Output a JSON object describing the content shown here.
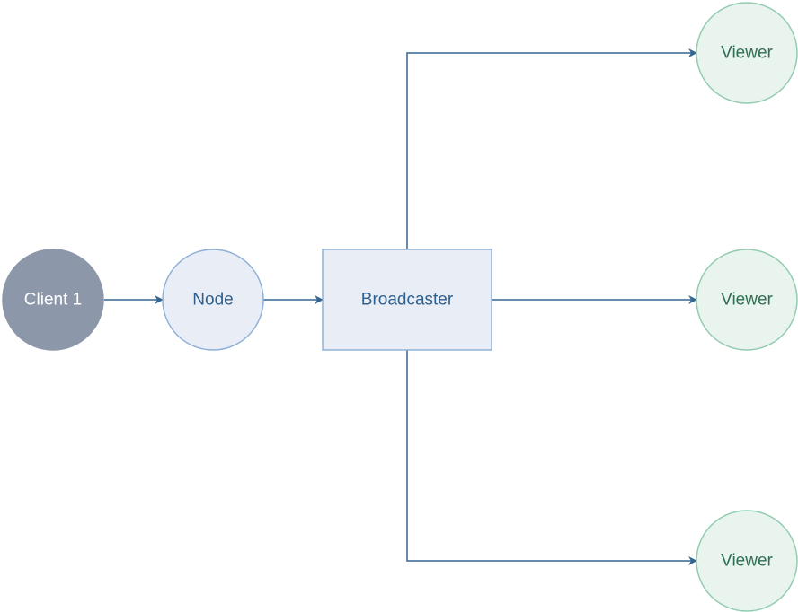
{
  "diagram": {
    "nodes": {
      "client": {
        "label": "Client 1",
        "fill": "#8d97aa",
        "stroke": "#8d97aa",
        "text_color": "#ffffff"
      },
      "node": {
        "label": "Node",
        "fill": "#e9eef6",
        "stroke": "#8fb0d6",
        "text_color": "#2f5f8c"
      },
      "broadcaster": {
        "label": "Broadcaster",
        "fill": "#e9eef6",
        "stroke": "#8fb0d6",
        "text_color": "#2f5f8c"
      },
      "viewer_top": {
        "label": "Viewer",
        "fill": "#e8f4ed",
        "stroke": "#92ccb0",
        "text_color": "#2f6e52"
      },
      "viewer_middle": {
        "label": "Viewer",
        "fill": "#e8f4ed",
        "stroke": "#92ccb0",
        "text_color": "#2f6e52"
      },
      "viewer_bottom": {
        "label": "Viewer",
        "fill": "#e8f4ed",
        "stroke": "#92ccb0",
        "text_color": "#2f6e52"
      }
    },
    "edges": [
      {
        "from": "client",
        "to": "node"
      },
      {
        "from": "node",
        "to": "broadcaster"
      },
      {
        "from": "broadcaster",
        "to": "viewer_top"
      },
      {
        "from": "broadcaster",
        "to": "viewer_middle"
      },
      {
        "from": "broadcaster",
        "to": "viewer_bottom"
      }
    ],
    "edge_color": "#346591"
  }
}
